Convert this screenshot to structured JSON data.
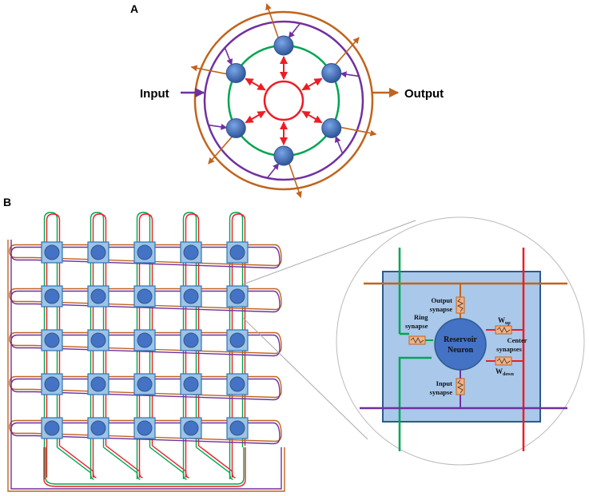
{
  "panel_a": {
    "label": "A",
    "input_label": "Input",
    "output_label": "Output"
  },
  "panel_b": {
    "label": "B",
    "grid_rows": 5,
    "grid_cols": 5,
    "zoom": {
      "neuron_line1": "Reservoir",
      "neuron_line2": "Neuron",
      "output_synapse_line1": "Output",
      "output_synapse_line2": "synapse",
      "ring_synapse_line1": "Ring",
      "ring_synapse_line2": "synapse",
      "input_synapse_line1": "Input",
      "input_synapse_line2": "synapse",
      "center_synapses_line1": "Center",
      "center_synapses_line2": "synapses",
      "w_up_base": "W",
      "w_up_sub": "up",
      "w_down_base": "W",
      "w_down_sub": "down"
    }
  },
  "colors": {
    "orange": "#c0641e",
    "purple": "#7030a0",
    "green": "#00a550",
    "red": "#ee1c24",
    "neuron_blue": "#4472c4",
    "cell_fill": "#9dc3e6",
    "cell_stroke": "#2e75b6",
    "synapse_fill": "#f4b183"
  }
}
